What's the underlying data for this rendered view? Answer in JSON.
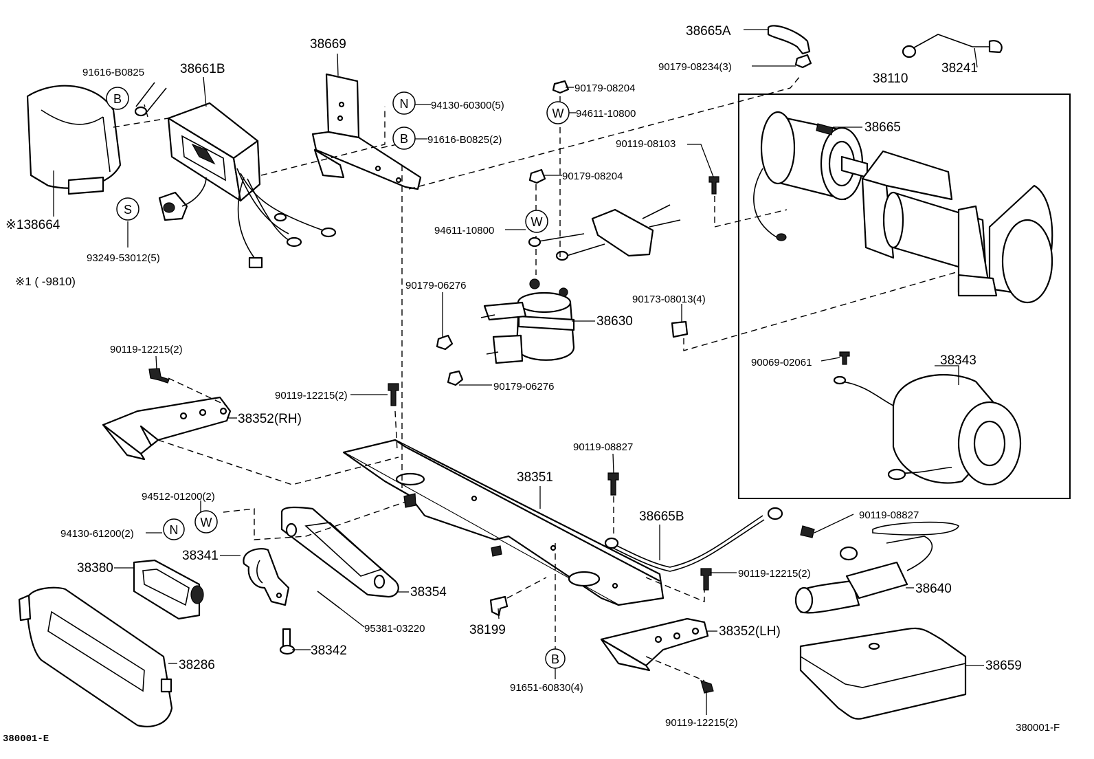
{
  "diagram": {
    "corner_codes": {
      "left": "380001-E",
      "right": "380001-F"
    },
    "note": "※1 (       -9810)",
    "inset_label": "38110",
    "labels": [
      "38665A",
      "90179-08234(3)",
      "38241",
      "38665",
      "90119-08103",
      "38669",
      "38661B",
      "91616-B0825",
      "94130-60300(5)",
      "91616-B0825(2)",
      "90179-08204",
      "94611-10800",
      "90179-08204",
      "94611-10800",
      "※138664",
      "93249-53012(5)",
      "90179-06276",
      "38630",
      "90173-08013(4)",
      "90119-12215(2)",
      "90119-12215(2)",
      "38352(RH)",
      "90179-06276",
      "90069-02061",
      "38343",
      "90119-08827",
      "38351",
      "94512-01200(2)",
      "94130-61200(2)",
      "38665B",
      "90119-08827",
      "38341",
      "38380",
      "38354",
      "90119-12215(2)",
      "38640",
      "95381-03220",
      "38199",
      "38352(LH)",
      "38342",
      "38286",
      "91651-60830(4)",
      "38659",
      "90119-12215(2)"
    ],
    "circle_letters": [
      "B",
      "N",
      "B",
      "W",
      "W",
      "S",
      "W",
      "N",
      "B"
    ]
  }
}
